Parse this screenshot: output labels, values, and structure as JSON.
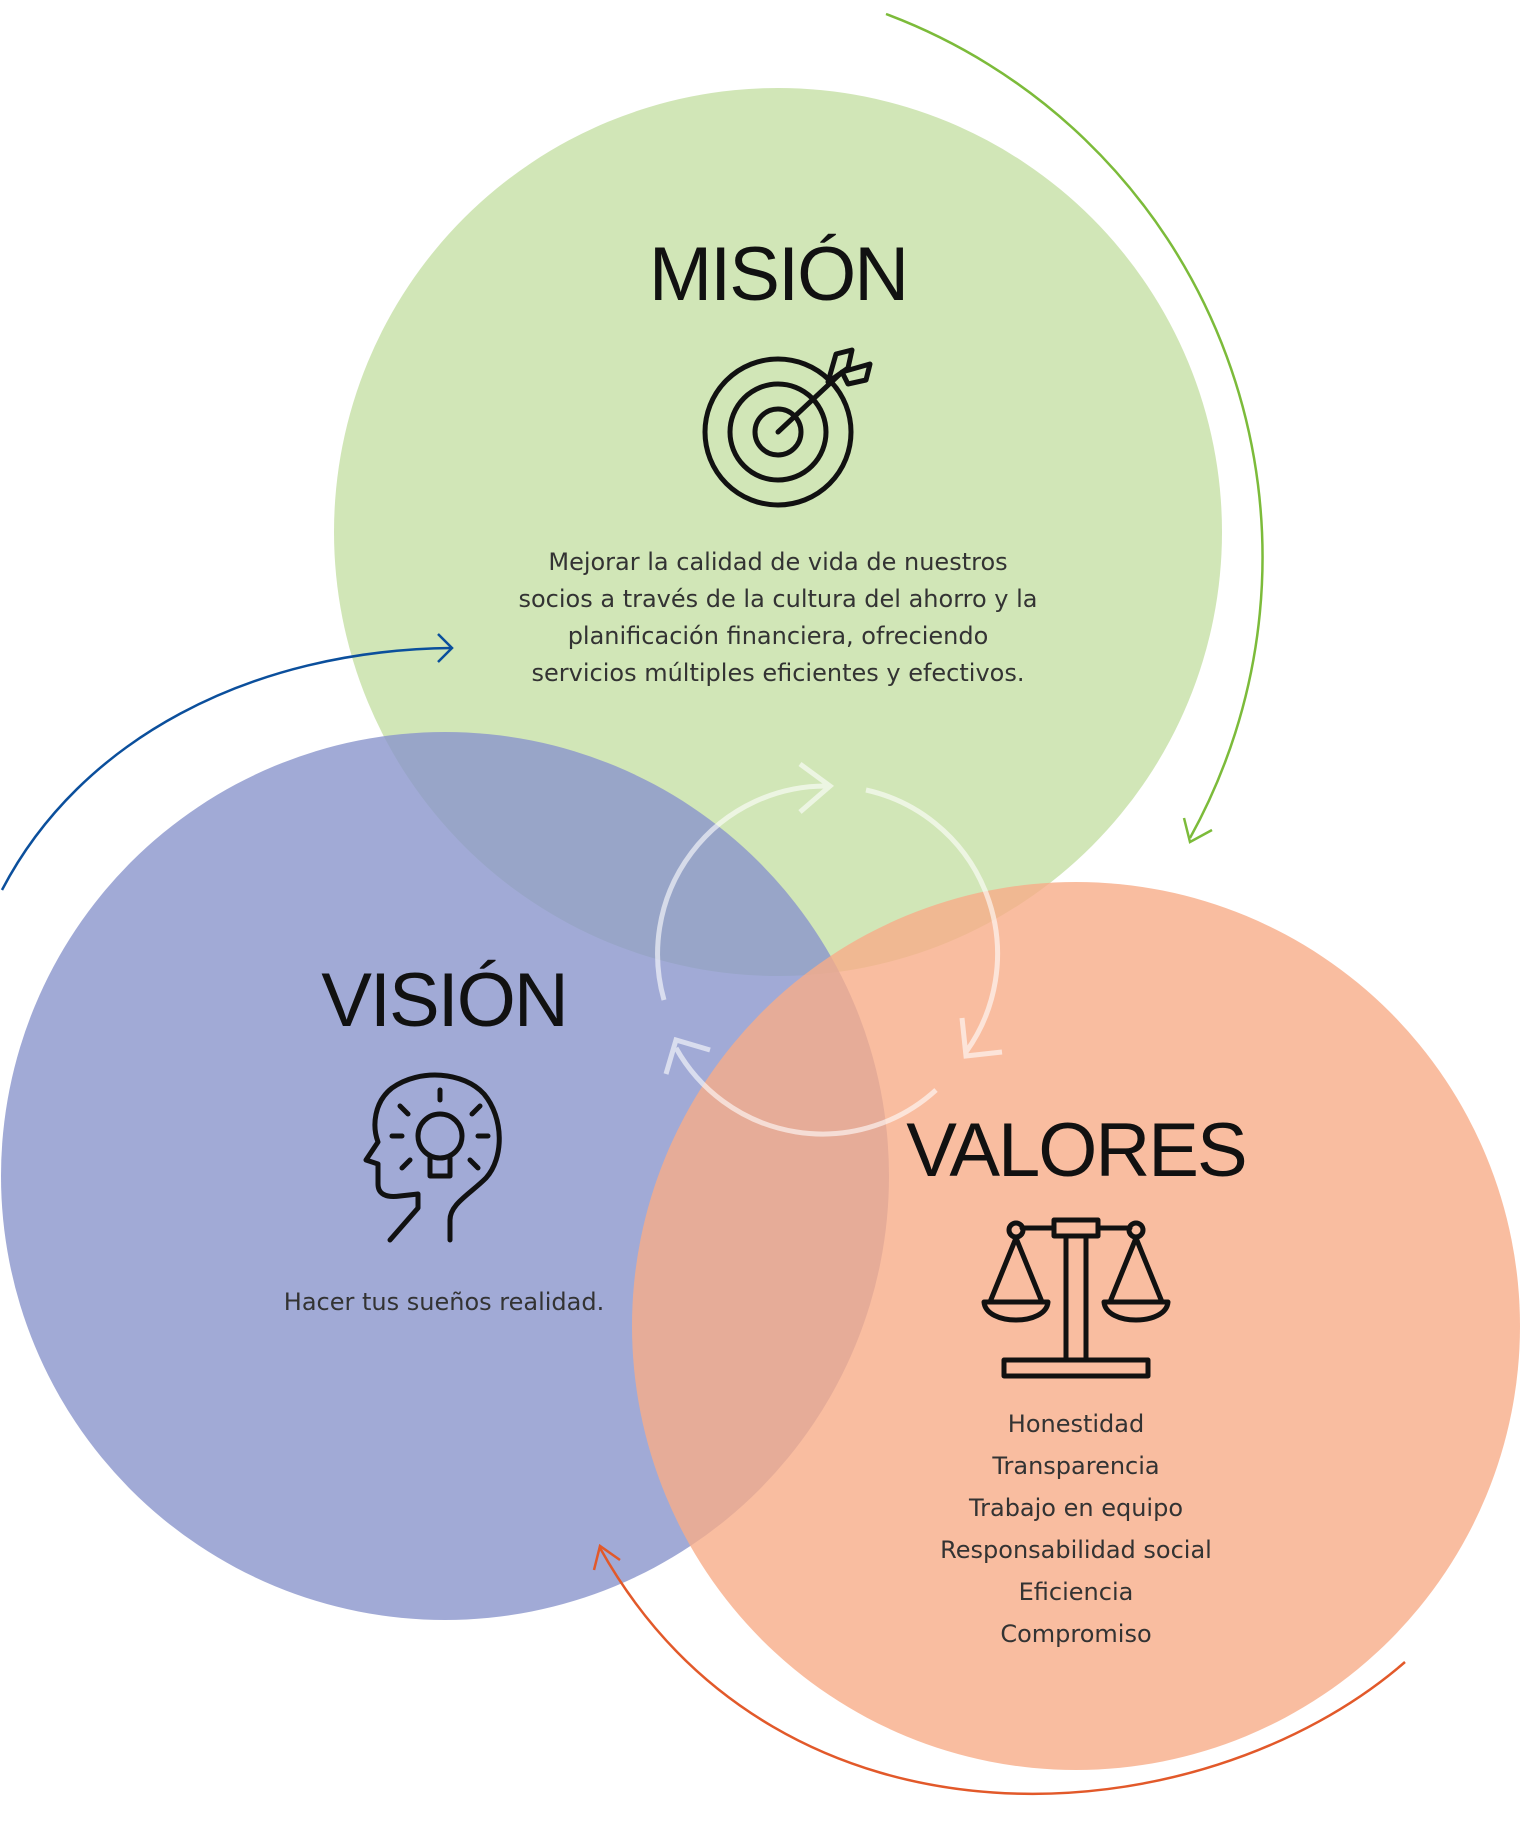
{
  "colors": {
    "mision_circle": "#c5e0a5",
    "vision_circle": "#8a95cc",
    "valores_circle": "#f7ad88",
    "arrow_green": "#7cbb3a",
    "arrow_blue": "#0b4f9c",
    "arrow_orange": "#e2592a",
    "cycle_arrows": "#ffffff"
  },
  "mision": {
    "title": "MISIÓN",
    "icon": "target-arrow-icon",
    "lines": [
      "Mejorar la calidad de vida de nuestros",
      "socios a través de la cultura del ahorro y la",
      "planificación financiera, ofreciendo",
      "servicios múltiples eficientes y efectivos."
    ]
  },
  "vision": {
    "title": "VISIÓN",
    "icon": "head-lightbulb-icon",
    "text": "Hacer tus sueños realidad."
  },
  "valores": {
    "title": "VALORES",
    "icon": "balance-scale-icon",
    "items": [
      "Honestidad",
      "Transparencia",
      "Trabajo en equipo",
      "Responsabilidad social",
      "Eficiencia",
      "Compromiso"
    ]
  }
}
